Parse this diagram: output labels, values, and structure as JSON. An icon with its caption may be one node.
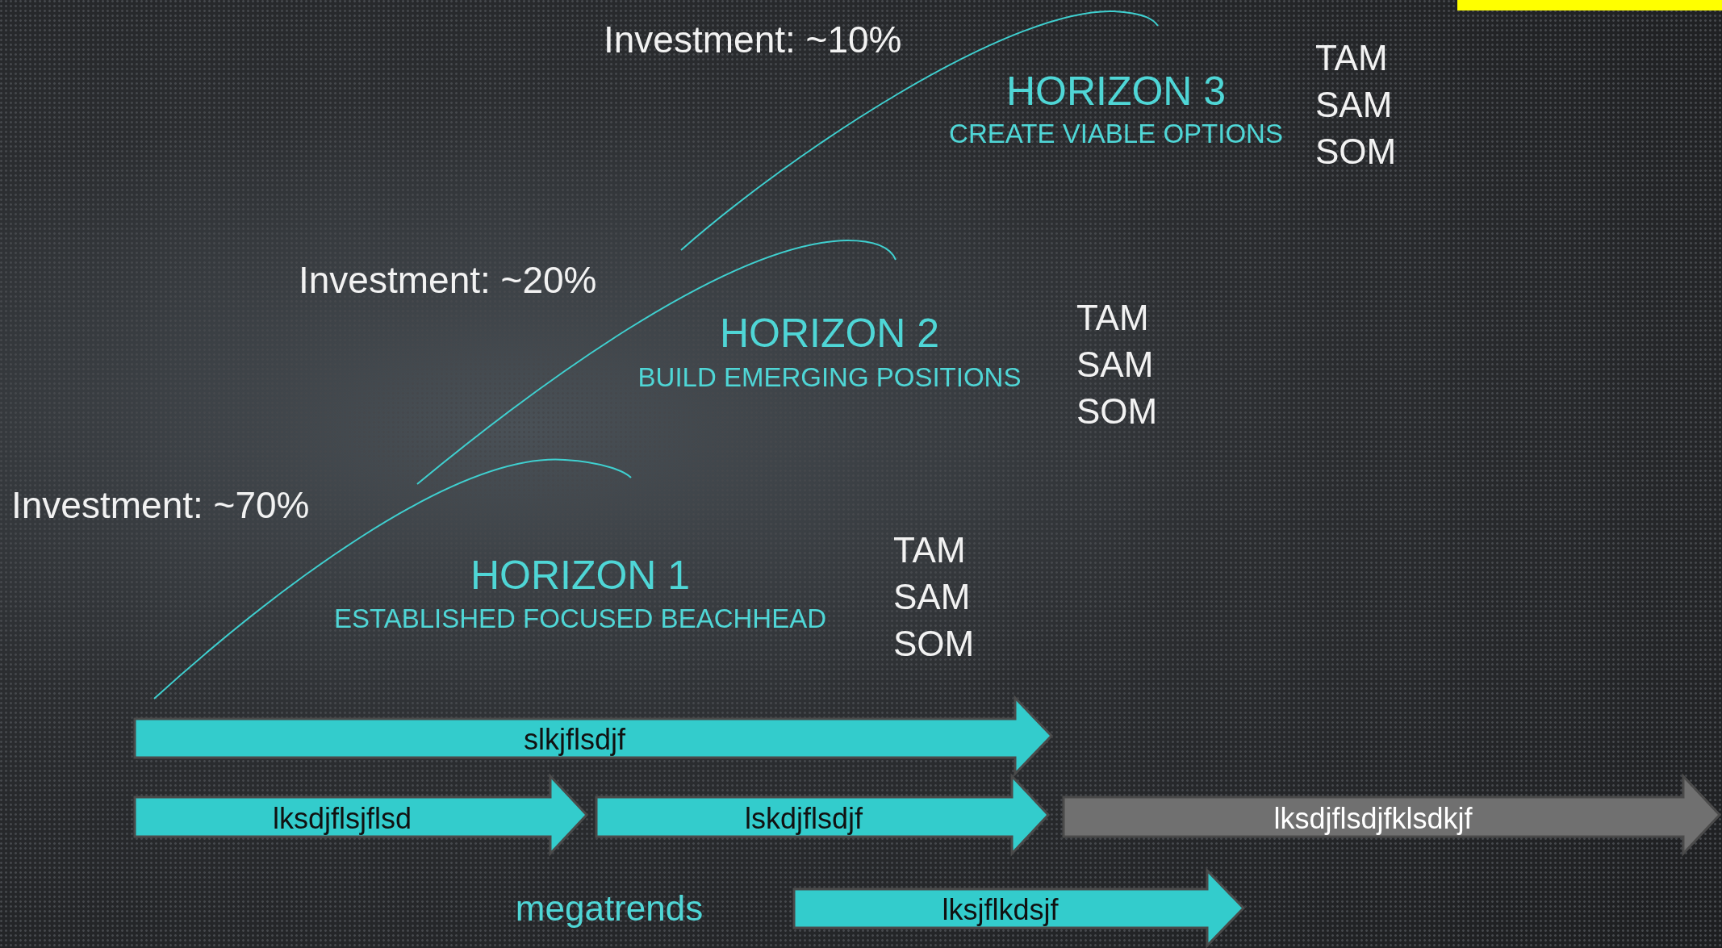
{
  "diagram": {
    "nodes": [
      {
        "text": [
          "slkjflsdjf"
        ]
      },
      {
        "text": [
          "lksdjflsjflsd"
        ]
      },
      {
        "text": [
          "lskdjflsdjf"
        ]
      },
      {
        "text": [
          "lksdjflsdjfklsdkjf"
        ]
      },
      {
        "text": [
          "lksjflkdsjf"
        ]
      }
    ],
    "labels": [
      "Investment: ~10%",
      "HORIZON 3",
      "CREATE VIABLE OPTIONS",
      "TAM",
      "SAM",
      "SOM",
      "Investment: ~20%",
      "HORIZON 2",
      "BUILD EMERGING POSITIONS",
      "TAM",
      "SAM",
      "SOM",
      "Investment: ~70%",
      "HORIZON 1",
      "ESTABLISHED FOCUSED BEACHHEAD",
      "TAM",
      "SAM",
      "SOM",
      "megatrends"
    ]
  }
}
